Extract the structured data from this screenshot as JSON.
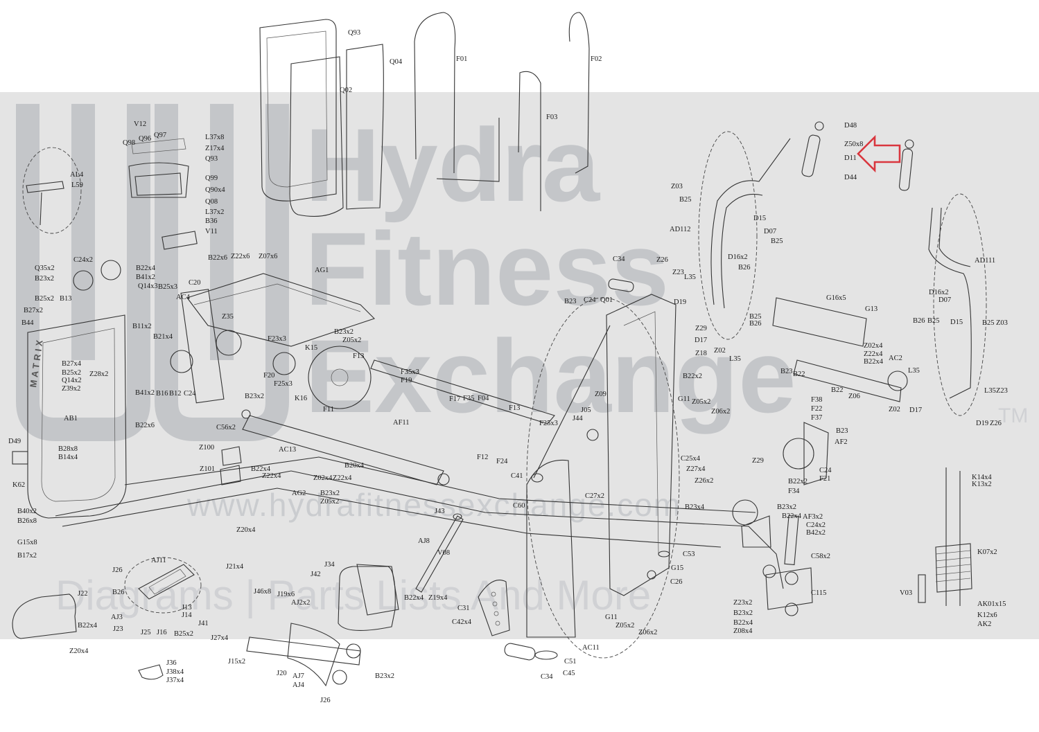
{
  "watermark": {
    "line1": "Hydra",
    "line2": "Fitness",
    "line3": "Exchange",
    "suffix": "TM",
    "url": "www.hydrafitnessexchange.com",
    "tagline": "Diagrams | Parts Lists And More"
  },
  "frame_brand": "MATRIX",
  "arrow_color": "#d9363e",
  "watermark_band_color": "#e4e4e4",
  "labels": [
    {
      "id": "Q93a",
      "t": "Q93"
    },
    {
      "id": "Q04",
      "t": "Q04"
    },
    {
      "id": "Q02",
      "t": "Q02"
    },
    {
      "id": "F01",
      "t": "F01"
    },
    {
      "id": "F02",
      "t": "F02"
    },
    {
      "id": "F03",
      "t": "F03"
    },
    {
      "id": "V12",
      "t": "V12"
    },
    {
      "id": "Q98",
      "t": "Q98"
    },
    {
      "id": "Q96",
      "t": "Q96"
    },
    {
      "id": "Q97",
      "t": "Q97"
    },
    {
      "id": "L37x8",
      "t": "L37x8"
    },
    {
      "id": "Z17x4",
      "t": "Z17x4"
    },
    {
      "id": "Q93b",
      "t": "Q93"
    },
    {
      "id": "Q99",
      "t": "Q99"
    },
    {
      "id": "Q90x4",
      "t": "Q90x4"
    },
    {
      "id": "Q08",
      "t": "Q08"
    },
    {
      "id": "L37x2",
      "t": "L37x2"
    },
    {
      "id": "B36",
      "t": "B36"
    },
    {
      "id": "V11",
      "t": "V11"
    },
    {
      "id": "AL4",
      "t": "AL4"
    },
    {
      "id": "L59",
      "t": "L59"
    },
    {
      "id": "D48",
      "t": "D48"
    },
    {
      "id": "Z50x8",
      "t": "Z50x8"
    },
    {
      "id": "D11",
      "t": "D11"
    },
    {
      "id": "D44",
      "t": "D44"
    },
    {
      "id": "Z03a",
      "t": "Z03"
    },
    {
      "id": "B25a",
      "t": "B25"
    },
    {
      "id": "AD112",
      "t": "AD112"
    },
    {
      "id": "D15a",
      "t": "D15"
    },
    {
      "id": "D07a",
      "t": "D07"
    },
    {
      "id": "B25b",
      "t": "B25"
    },
    {
      "id": "D16x2a",
      "t": "D16x2"
    },
    {
      "id": "B26a",
      "t": "B26"
    },
    {
      "id": "AD111",
      "t": "AD111"
    },
    {
      "id": "Z26a",
      "t": "Z26"
    },
    {
      "id": "Z23a",
      "t": "Z23"
    },
    {
      "id": "L35a",
      "t": "L35"
    },
    {
      "id": "D19a",
      "t": "D19"
    },
    {
      "id": "D16x2b",
      "t": "D16x2"
    },
    {
      "id": "D07b",
      "t": "D07"
    },
    {
      "id": "B26b",
      "t": "B26"
    },
    {
      "id": "B25c",
      "t": "B25"
    },
    {
      "id": "D15b",
      "t": "D15"
    },
    {
      "id": "B25d",
      "t": "B25"
    },
    {
      "id": "Z03b",
      "t": "Z03"
    },
    {
      "id": "G16x5",
      "t": "G16x5"
    },
    {
      "id": "G13",
      "t": "G13"
    },
    {
      "id": "B25e",
      "t": "B25"
    },
    {
      "id": "B26c",
      "t": "B26"
    },
    {
      "id": "Z29a",
      "t": "Z29"
    },
    {
      "id": "D17a",
      "t": "D17"
    },
    {
      "id": "Z02a",
      "t": "Z02"
    },
    {
      "id": "L35b",
      "t": "L35"
    },
    {
      "id": "Z02x4",
      "t": "Z02x4"
    },
    {
      "id": "Z22x4a",
      "t": "Z22x4"
    },
    {
      "id": "B22x4a",
      "t": "B22x4"
    },
    {
      "id": "AC2",
      "t": "AC2"
    },
    {
      "id": "B23a",
      "t": "B23"
    },
    {
      "id": "B22a",
      "t": "B22"
    },
    {
      "id": "B22b",
      "t": "B22"
    },
    {
      "id": "Z06a",
      "t": "Z06"
    },
    {
      "id": "L35c",
      "t": "L35"
    },
    {
      "id": "Z02b",
      "t": "Z02"
    },
    {
      "id": "D17b",
      "t": "D17"
    },
    {
      "id": "L35d",
      "t": "L35"
    },
    {
      "id": "Z23b",
      "t": "Z23"
    },
    {
      "id": "D19b",
      "t": "D19"
    },
    {
      "id": "Z26b",
      "t": "Z26"
    },
    {
      "id": "C34a",
      "t": "C34"
    },
    {
      "id": "B23b",
      "t": "B23"
    },
    {
      "id": "C24a",
      "t": "C24"
    },
    {
      "id": "Q01",
      "t": "Q01"
    },
    {
      "id": "Z18",
      "t": "Z18"
    },
    {
      "id": "B22x2a",
      "t": "B22x2"
    },
    {
      "id": "G11a",
      "t": "G11"
    },
    {
      "id": "Z05x2a",
      "t": "Z05x2"
    },
    {
      "id": "Z06x2a",
      "t": "Z06x2"
    },
    {
      "id": "F38",
      "t": "F38"
    },
    {
      "id": "F22",
      "t": "F22"
    },
    {
      "id": "F37",
      "t": "F37"
    },
    {
      "id": "B23c",
      "t": "B23"
    },
    {
      "id": "AF2",
      "t": "AF2"
    },
    {
      "id": "Z29b",
      "t": "Z29"
    },
    {
      "id": "C24b",
      "t": "C24"
    },
    {
      "id": "F21",
      "t": "F21"
    },
    {
      "id": "B22x2b",
      "t": "B22x2"
    },
    {
      "id": "F34",
      "t": "F34"
    },
    {
      "id": "Q35x2",
      "t": "Q35x2"
    },
    {
      "id": "C24x2",
      "t": "C24x2"
    },
    {
      "id": "B22x4b",
      "t": "B22x4"
    },
    {
      "id": "B23x2a",
      "t": "B23x2"
    },
    {
      "id": "B41x2a",
      "t": "B41x2"
    },
    {
      "id": "Q14x3",
      "t": "Q14x3"
    },
    {
      "id": "B25x2a",
      "t": "B25x2"
    },
    {
      "id": "B13",
      "t": "B13"
    },
    {
      "id": "B27x2",
      "t": "B27x2"
    },
    {
      "id": "B44",
      "t": "B44"
    },
    {
      "id": "B11x2",
      "t": "B11x2"
    },
    {
      "id": "B25x3",
      "t": "B25x3"
    },
    {
      "id": "AC4",
      "t": "AC4"
    },
    {
      "id": "B21x4",
      "t": "B21x4"
    },
    {
      "id": "B27x4",
      "t": "B27x4"
    },
    {
      "id": "B25x2b",
      "t": "B25x2"
    },
    {
      "id": "Q14x2",
      "t": "Q14x2"
    },
    {
      "id": "Z39x2",
      "t": "Z39x2"
    },
    {
      "id": "Z28x2",
      "t": "Z28x2"
    },
    {
      "id": "B41x2b",
      "t": "B41x2"
    },
    {
      "id": "B16",
      "t": "B16"
    },
    {
      "id": "B12",
      "t": "B12"
    },
    {
      "id": "C24c",
      "t": "C24"
    },
    {
      "id": "AB1",
      "t": "AB1"
    },
    {
      "id": "B22x6a",
      "t": "B22x6"
    },
    {
      "id": "D49",
      "t": "D49"
    },
    {
      "id": "K62",
      "t": "K62"
    },
    {
      "id": "B28x8",
      "t": "B28x8"
    },
    {
      "id": "B14x4",
      "t": "B14x4"
    },
    {
      "id": "B40x2",
      "t": "B40x2"
    },
    {
      "id": "B26x8",
      "t": "B26x8"
    },
    {
      "id": "G15x8",
      "t": "G15x8"
    },
    {
      "id": "B17x2",
      "t": "B17x2"
    },
    {
      "id": "B22x6b",
      "t": "B22x6"
    },
    {
      "id": "Z22x6",
      "t": "Z22x6"
    },
    {
      "id": "Z07x6",
      "t": "Z07x6"
    },
    {
      "id": "AG1",
      "t": "AG1"
    },
    {
      "id": "C20",
      "t": "C20"
    },
    {
      "id": "Z35",
      "t": "Z35"
    },
    {
      "id": "B23x2b",
      "t": "B23x2"
    },
    {
      "id": "Z05x2b",
      "t": "Z05x2"
    },
    {
      "id": "F23x3",
      "t": "F23x3"
    },
    {
      "id": "K15",
      "t": "K15"
    },
    {
      "id": "F13a",
      "t": "F13"
    },
    {
      "id": "F20",
      "t": "F20"
    },
    {
      "id": "F25x3a",
      "t": "F25x3"
    },
    {
      "id": "K16",
      "t": "K16"
    },
    {
      "id": "F11",
      "t": "F11"
    },
    {
      "id": "F35x3",
      "t": "F35x3"
    },
    {
      "id": "F19",
      "t": "F19"
    },
    {
      "id": "AF11",
      "t": "AF11"
    },
    {
      "id": "B23x2c",
      "t": "B23x2"
    },
    {
      "id": "C56x2",
      "t": "C56x2"
    },
    {
      "id": "AC13",
      "t": "AC13"
    },
    {
      "id": "Z100",
      "t": "Z100"
    },
    {
      "id": "Z101",
      "t": "Z101"
    },
    {
      "id": "B20x4",
      "t": "B20x4"
    },
    {
      "id": "Z02x4b",
      "t": "Z02x4"
    },
    {
      "id": "Z22x4b",
      "t": "Z22x4"
    },
    {
      "id": "B22x4c",
      "t": "B22x4"
    },
    {
      "id": "Z22x4c",
      "t": "Z22x4"
    },
    {
      "id": "F17",
      "t": "F17"
    },
    {
      "id": "F35",
      "t": "F35"
    },
    {
      "id": "F04",
      "t": "F04"
    },
    {
      "id": "F13b",
      "t": "F13"
    },
    {
      "id": "F25x3b",
      "t": "F25x3"
    },
    {
      "id": "F12",
      "t": "F12"
    },
    {
      "id": "F24",
      "t": "F24"
    },
    {
      "id": "J05",
      "t": "J05"
    },
    {
      "id": "Z09",
      "t": "Z09"
    },
    {
      "id": "J44",
      "t": "J44"
    },
    {
      "id": "C41",
      "t": "C41"
    },
    {
      "id": "C60",
      "t": "C60"
    },
    {
      "id": "C27x2",
      "t": "C27x2"
    },
    {
      "id": "C25x4",
      "t": "C25x4"
    },
    {
      "id": "Z27x4",
      "t": "Z27x4"
    },
    {
      "id": "Z26x2",
      "t": "Z26x2"
    },
    {
      "id": "B23x4",
      "t": "B23x4"
    },
    {
      "id": "AG2",
      "t": "AG2"
    },
    {
      "id": "B23x2d",
      "t": "B23x2"
    },
    {
      "id": "Z05x2c",
      "t": "Z05x2"
    },
    {
      "id": "Z20x4a",
      "t": "Z20x4"
    },
    {
      "id": "J43",
      "t": "J43"
    },
    {
      "id": "AJ8",
      "t": "AJ8"
    },
    {
      "id": "V08",
      "t": "V08"
    },
    {
      "id": "J34",
      "t": "J34"
    },
    {
      "id": "J42",
      "t": "J42"
    },
    {
      "id": "B22x4d",
      "t": "B22x4"
    },
    {
      "id": "Z19x4",
      "t": "Z19x4"
    },
    {
      "id": "B23x2e",
      "t": "B23x2"
    },
    {
      "id": "B22x4e",
      "t": "B22x4"
    },
    {
      "id": "AF3x2",
      "t": "AF3x2"
    },
    {
      "id": "C24x2b",
      "t": "C24x2"
    },
    {
      "id": "B42x2",
      "t": "B42x2"
    },
    {
      "id": "C58x2",
      "t": "C58x2"
    },
    {
      "id": "C53",
      "t": "C53"
    },
    {
      "id": "G15",
      "t": "G15"
    },
    {
      "id": "C26",
      "t": "C26"
    },
    {
      "id": "C115",
      "t": "C115"
    },
    {
      "id": "Z23x2",
      "t": "Z23x2"
    },
    {
      "id": "B23x2f",
      "t": "B23x2"
    },
    {
      "id": "B22x4f",
      "t": "B22x4"
    },
    {
      "id": "Z08x4",
      "t": "Z08x4"
    },
    {
      "id": "K14x4",
      "t": "K14x4"
    },
    {
      "id": "K13x2",
      "t": "K13x2"
    },
    {
      "id": "K07x2",
      "t": "K07x2"
    },
    {
      "id": "V03",
      "t": "V03"
    },
    {
      "id": "AK01x15",
      "t": "AK01x15"
    },
    {
      "id": "K12x6",
      "t": "K12x6"
    },
    {
      "id": "AK2",
      "t": "AK2"
    },
    {
      "id": "AJ11",
      "t": "AJ11"
    },
    {
      "id": "J26a",
      "t": "J26"
    },
    {
      "id": "J21x4",
      "t": "J21x4"
    },
    {
      "id": "J46x8",
      "t": "J46x8"
    },
    {
      "id": "B26d",
      "t": "B26"
    },
    {
      "id": "J13",
      "t": "J13"
    },
    {
      "id": "J14",
      "t": "J14"
    },
    {
      "id": "AJ3",
      "t": "AJ3"
    },
    {
      "id": "J23",
      "t": "J23"
    },
    {
      "id": "J25",
      "t": "J25"
    },
    {
      "id": "J16",
      "t": "J16"
    },
    {
      "id": "B25x2c",
      "t": "B25x2"
    },
    {
      "id": "J41",
      "t": "J41"
    },
    {
      "id": "J19x6",
      "t": "J19x6"
    },
    {
      "id": "AJ2x2",
      "t": "AJ2x2"
    },
    {
      "id": "J27x4",
      "t": "J27x4"
    },
    {
      "id": "J15x2",
      "t": "J15x2"
    },
    {
      "id": "J22",
      "t": "J22"
    },
    {
      "id": "B22x4g",
      "t": "B22x4"
    },
    {
      "id": "Z20x4b",
      "t": "Z20x4"
    },
    {
      "id": "J36",
      "t": "J36"
    },
    {
      "id": "J38x4",
      "t": "J38x4"
    },
    {
      "id": "J37x4",
      "t": "J37x4"
    },
    {
      "id": "J20",
      "t": "J20"
    },
    {
      "id": "AJ7",
      "t": "AJ7"
    },
    {
      "id": "AJ4",
      "t": "AJ4"
    },
    {
      "id": "J26b",
      "t": "J26"
    },
    {
      "id": "B23x2g",
      "t": "B23x2"
    },
    {
      "id": "C31",
      "t": "C31"
    },
    {
      "id": "C42x4",
      "t": "C42x4"
    },
    {
      "id": "G11b",
      "t": "G11"
    },
    {
      "id": "Z05x2d",
      "t": "Z05x2"
    },
    {
      "id": "Z06x2b",
      "t": "Z06x2"
    },
    {
      "id": "AC11",
      "t": "AC11"
    },
    {
      "id": "C51",
      "t": "C51"
    },
    {
      "id": "C45",
      "t": "C45"
    },
    {
      "id": "C34b",
      "t": "C34"
    }
  ]
}
